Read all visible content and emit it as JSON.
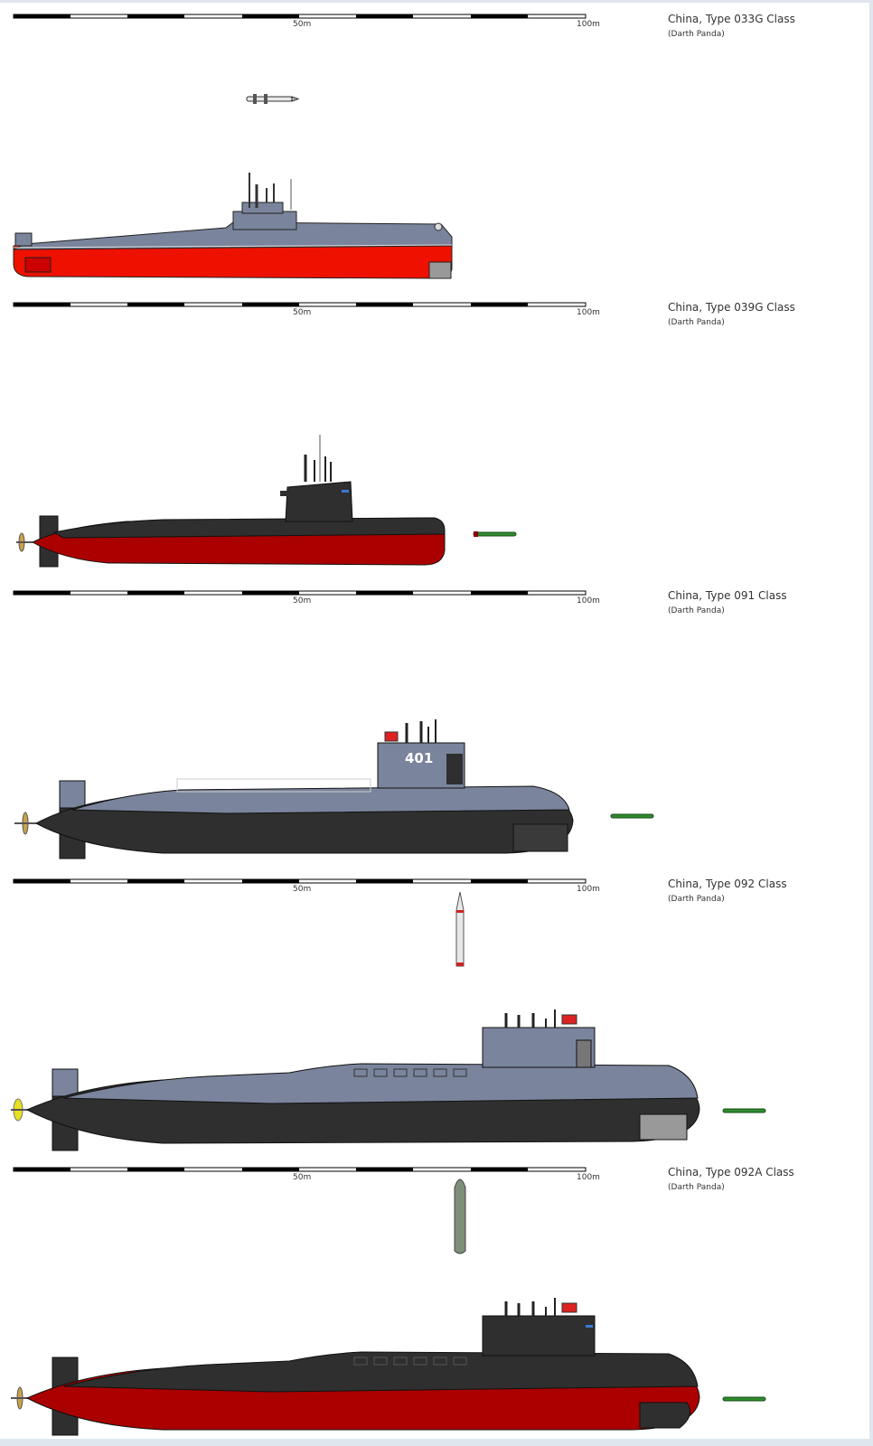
{
  "scale": {
    "mid_label": "50m",
    "end_label": "100m"
  },
  "panels": [
    {
      "title": "China, Type 033G Class",
      "credit": "(Darth Panda)"
    },
    {
      "title": "China, Type 039G Class",
      "credit": "(Darth Panda)"
    },
    {
      "title": "China, Type 091 Class",
      "credit": "(Darth Panda)",
      "hull_number": "401"
    },
    {
      "title": "China, Type 092 Class",
      "credit": "(Darth Panda)"
    },
    {
      "title": "China, Type 092A Class",
      "credit": "(Darth Panda)"
    }
  ],
  "colors": {
    "red_hull": "#ee1100",
    "dark_red_hull": "#aa0000",
    "grey_blue": "#7a849c",
    "charcoal": "#2f2f2f",
    "torpedo_green": "#2e8b2e"
  }
}
